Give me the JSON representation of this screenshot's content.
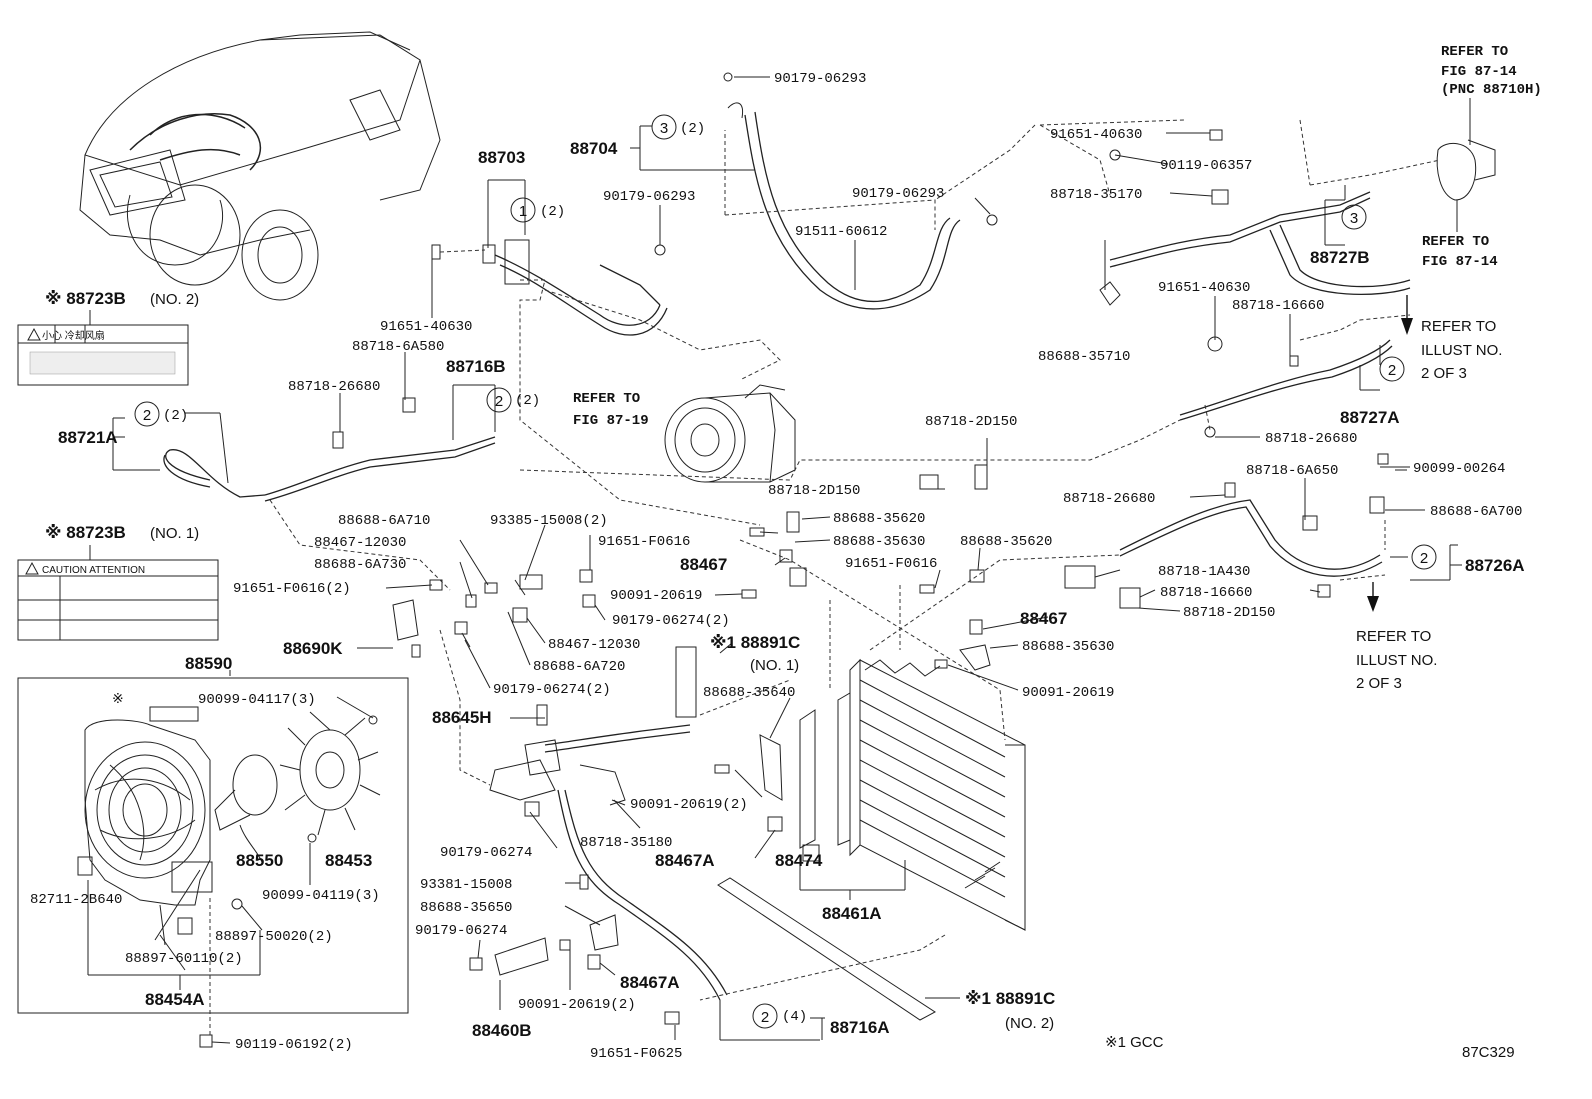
{
  "labels": {
    "p90179_06293_top": "90179-06293",
    "p88704": "88704",
    "p3_2_top": "(2)",
    "p88703": "88703",
    "p1_2": "(2)",
    "p90179_06293_mid": "90179-06293",
    "p90179_06293_right": "90179-06293",
    "p91511_60612": "91511-60612",
    "p91651_40630_left": "91651-40630",
    "p88718_6a580": "88718-6A580",
    "p88718_26680_left": "88718-26680",
    "p88716b": "88716B",
    "p2_2_mid": "(2)",
    "p88721a": "88721A",
    "p2_2_left": "(2)",
    "p88723b_no2": "※ 88723B",
    "p88723b_no2_sub": "(NO. 2)",
    "p88723b_no1": "※ 88723B",
    "p88723b_no1_sub": "(NO. 1)",
    "label1_text": "小心   冷却风扇",
    "label2_text": "CAUTION  ATTENTION",
    "refer_87_19_a": "REFER TO",
    "refer_87_19_b": "FIG 87-19",
    "p88718_2d150_top": "88718-2D150",
    "p88718_2d150_mid": "88718-2D150",
    "p88688_6a710": "88688-6A710",
    "p93385_15008": "93385-15008(2)",
    "p88467_12030_top": "88467-12030",
    "p88688_6a730": "88688-6A730",
    "p91651_f0616_2": "91651-F0616(2)",
    "p90091_20619_top": "90091-20619",
    "p90179_06274_2_top": "90179-06274(2)",
    "p88467_12030_bot": "88467-12030",
    "p88688_6a720": "88688-6A720",
    "p90179_06274_2_bot": "90179-06274(2)",
    "p88690k": "88690K",
    "p91651_f0616_top": "91651-F0616",
    "p88688_35620_a": "88688-35620",
    "p88688_35630_top": "88688-35630",
    "p88467_top": "88467",
    "p88688_35620_b": "88688-35620",
    "p91651_f0616_mid": "91651-F0616",
    "p88467_mid": "88467",
    "p88688_35630_mid": "88688-35630",
    "p90091_20619_right": "90091-20619",
    "p88891c_no1": "※1 88891C",
    "p88891c_no1_sub": "(NO. 1)",
    "p88688_35640": "88688-35640",
    "p88645h": "88645H",
    "p90091_20619_2_mid": "90091-20619(2)",
    "p88718_35180": "88718-35180",
    "p90179_06274_mid": "90179-06274",
    "p88467a_top": "88467A",
    "p88474": "88474",
    "p88461a": "88461A",
    "p93381_15008": "93381-15008",
    "p88688_35650": "88688-35650",
    "p90179_06274_bot": "90179-06274",
    "p88467a_bot": "88467A",
    "p88460b": "88460B",
    "p90091_20619_2_bot": "90091-20619(2)",
    "p91651_f0625": "91651-F0625",
    "p2_4": "(4)",
    "p88716a": "88716A",
    "p88891c_no2": "※1 88891C",
    "p88891c_no2_sub": "(NO. 2)",
    "gcc_note": "※1 GCC",
    "fig_code": "87C329",
    "p88590": "88590",
    "p_mark": "※",
    "p90099_04117_3": "90099-04117(3)",
    "p88550": "88550",
    "p88453": "88453",
    "p90099_04119_3": "90099-04119(3)",
    "p82711_2b640": "82711-2B640",
    "p88897_50020_2": "88897-50020(2)",
    "p88897_60110_2": "88897-60110(2)",
    "p88454a": "88454A",
    "p90119_06192_2": "90119-06192(2)",
    "refer_87_14_top_a": "REFER TO",
    "refer_87_14_top_b": "FIG 87-14",
    "refer_87_14_top_c": "(PNC 88710H)",
    "p91651_40630_rtop": "91651-40630",
    "p90119_06357": "90119-06357",
    "p88718_35170": "88718-35170",
    "p88727b": "88727B",
    "refer_87_14_a": "REFER TO",
    "refer_87_14_b": "FIG 87-14",
    "p88688_35710": "88688-35710",
    "p91651_40630_rmid": "91651-40630",
    "p88718_16660_top": "88718-16660",
    "refer_illust_a1": "REFER TO",
    "refer_illust_a2": "ILLUST NO.",
    "refer_illust_a3": "2 OF 3",
    "p88727a": "88727A",
    "p88718_26680_right": "88718-26680",
    "p88718_6a650": "88718-6A650",
    "p90099_00264": "90099-00264",
    "p88718_26680_mid": "88718-26680",
    "p88688_6a700": "88688-6A700",
    "p88726a": "88726A",
    "p88718_1a430": "88718-1A430",
    "p88718_16660_bot": "88718-16660",
    "p88718_2d150_right": "88718-2D150",
    "refer_illust_b1": "REFER TO",
    "refer_illust_b2": "ILLUST NO.",
    "refer_illust_b3": "2 OF 3",
    "c3a": "3",
    "c1": "1",
    "c2a": "2",
    "c2b": "2",
    "c2c": "2",
    "c3b": "3",
    "c2d": "2",
    "c2e": "2"
  }
}
